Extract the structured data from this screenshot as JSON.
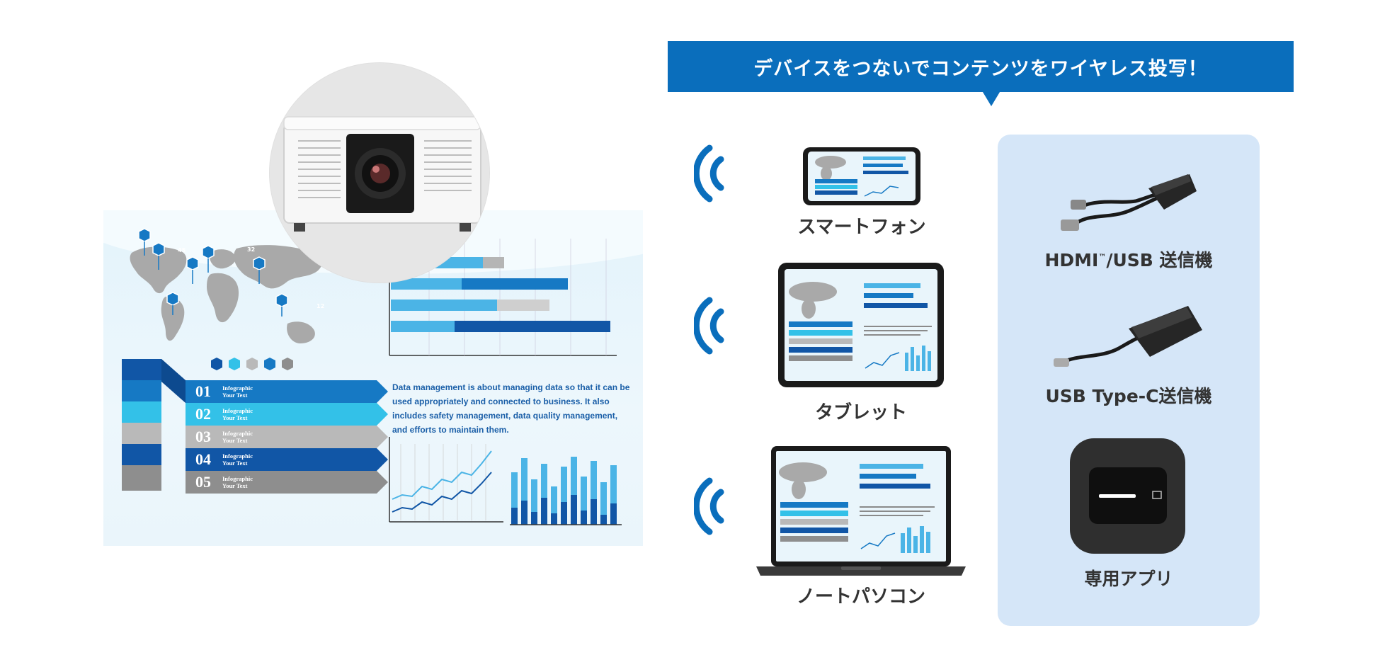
{
  "header": {
    "banner_text": "デバイスをつないでコンテンツをワイヤレス投写！"
  },
  "projection": {
    "map_markers": [
      "45",
      "32",
      "12"
    ],
    "info_paragraph": "Data management is about managing data so that it can be used appropriately and connected to business. It also includes safety management, data quality management, and efforts to maintain them.",
    "steps": [
      {
        "num": "01",
        "line1": "Infographic",
        "line2": "Your Text",
        "color": "#1679c4"
      },
      {
        "num": "02",
        "line1": "Infographic",
        "line2": "Your Text",
        "color": "#33c1e8"
      },
      {
        "num": "03",
        "line1": "Infographic",
        "line2": "Your Text",
        "color": "#b9b9b9"
      },
      {
        "num": "04",
        "line1": "Infographic",
        "line2": "Your Text",
        "color": "#1156a6"
      },
      {
        "num": "05",
        "line1": "Infographic",
        "line2": "Your Text",
        "color": "#8e8e8e"
      }
    ]
  },
  "devices": [
    {
      "label": "スマートフォン",
      "icon": "smartphone-icon"
    },
    {
      "label": "タブレット",
      "icon": "tablet-icon"
    },
    {
      "label": "ノートパソコン",
      "icon": "laptop-icon"
    }
  ],
  "transmitters": [
    {
      "label_main": "HDMI",
      "label_tm": "™",
      "label_rest": "/USB 送信機",
      "icon": "hdmi-usb-transmitter-icon"
    },
    {
      "label": "USB Type-C送信機",
      "icon": "usb-c-transmitter-icon"
    },
    {
      "label": "専用アプリ",
      "icon": "app-icon"
    }
  ],
  "colors": {
    "brand_blue": "#0a6ebc",
    "panel_bg": "#d5e6f8",
    "wifi_blue": "#0a6ebc"
  }
}
